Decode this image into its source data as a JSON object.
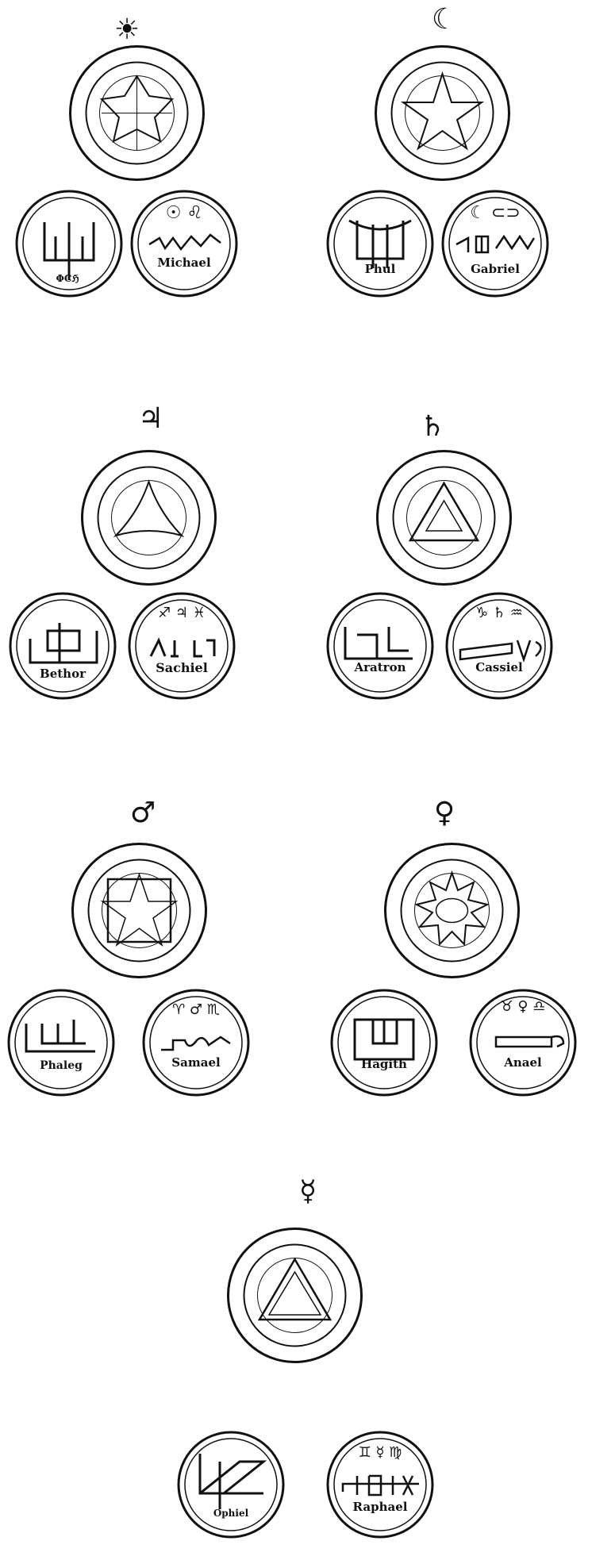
{
  "planets": [
    {
      "id": "sun",
      "symbol": "☀",
      "small_seals": [
        {
          "label": "ΦCℌ",
          "glyphs": ""
        },
        {
          "label": "Michael",
          "glyphs": "☉ ♌"
        }
      ]
    },
    {
      "id": "moon",
      "symbol": "☾",
      "small_seals": [
        {
          "label": "Phul",
          "glyphs": ""
        },
        {
          "label": "Gabriel",
          "glyphs": "☾ ⊂⊃"
        }
      ]
    },
    {
      "id": "jupiter",
      "symbol": "♃",
      "small_seals": [
        {
          "label": "Bethor",
          "glyphs": ""
        },
        {
          "label": "Sachiel",
          "glyphs": "♐ ♃ ♓"
        }
      ]
    },
    {
      "id": "saturn",
      "symbol": "♄",
      "small_seals": [
        {
          "label": "Aratron",
          "glyphs": ""
        },
        {
          "label": "Cassiel",
          "glyphs": "♑ ♄ ♒"
        }
      ]
    },
    {
      "id": "mars",
      "symbol": "♂",
      "small_seals": [
        {
          "label": "Phaleg",
          "glyphs": ""
        },
        {
          "label": "Samael",
          "glyphs": "♈ ♂ ♏"
        }
      ]
    },
    {
      "id": "venus",
      "symbol": "♀",
      "small_seals": [
        {
          "label": "Hagith",
          "glyphs": ""
        },
        {
          "label": "Anael",
          "glyphs": "♉ ♀ ♎"
        }
      ]
    },
    {
      "id": "mercury",
      "symbol": "☿",
      "small_seals": [
        {
          "label": "Ophiel",
          "glyphs": ""
        },
        {
          "label": "Raphael",
          "glyphs": "♊ ☿ ♍"
        }
      ]
    }
  ]
}
